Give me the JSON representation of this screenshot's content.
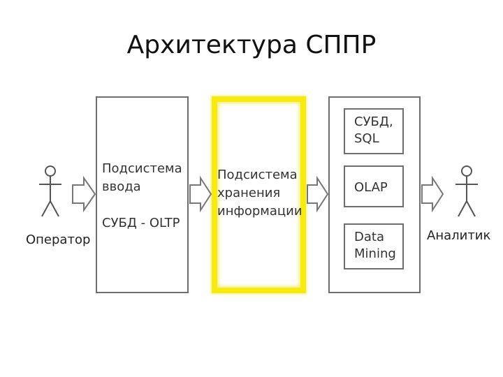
{
  "title": "Архитектура СППР",
  "actors": {
    "left": "Оператор",
    "right": "Аналитик"
  },
  "input_subsystem": {
    "name": "Подсистема ввода",
    "dbms": "СУБД - OLTP"
  },
  "storage_subsystem": {
    "name": "Подсистема хранения информации"
  },
  "analysis_subsystem": {
    "items": [
      "СУБД, SQL",
      "OLAP",
      "Data Mining"
    ]
  },
  "colors": {
    "highlight": "#f6ea10",
    "border": "#6e6e6e"
  }
}
